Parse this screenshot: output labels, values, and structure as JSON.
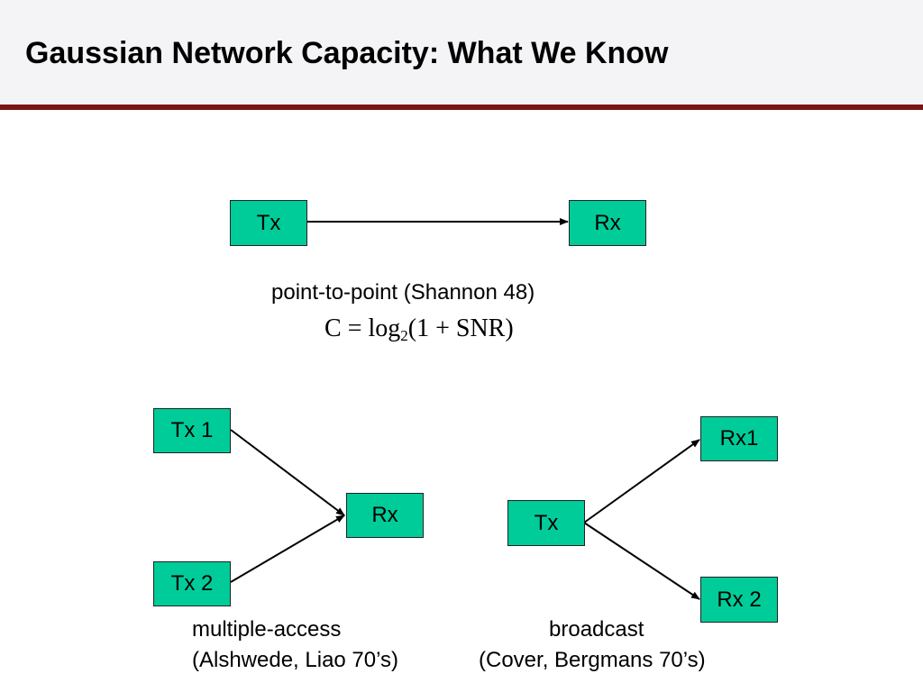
{
  "slide": {
    "title": "Gaussian Network Capacity: What We Know",
    "accent_color": "#7b1416",
    "node_color": "#00cc99"
  },
  "point_to_point": {
    "tx_label": "Tx",
    "rx_label": "Rx",
    "caption": "point-to-point (Shannon 48)",
    "formula": {
      "lhs": "C",
      "equals": "=",
      "log": "log",
      "base": "2",
      "open": "(",
      "one": "1",
      "plus": "+",
      "snr": "SNR",
      "close": ")"
    }
  },
  "multiple_access": {
    "tx1_label": "Tx 1",
    "tx2_label": "Tx 2",
    "rx_label": "Rx",
    "caption_line1": "multiple-access",
    "caption_line2": "(Alshwede, Liao 70’s)"
  },
  "broadcast": {
    "tx_label": "Tx",
    "rx1_label": "Rx1",
    "rx2_label": "Rx 2",
    "caption_line1": "broadcast",
    "caption_line2": "(Cover, Bergmans 70’s)"
  }
}
